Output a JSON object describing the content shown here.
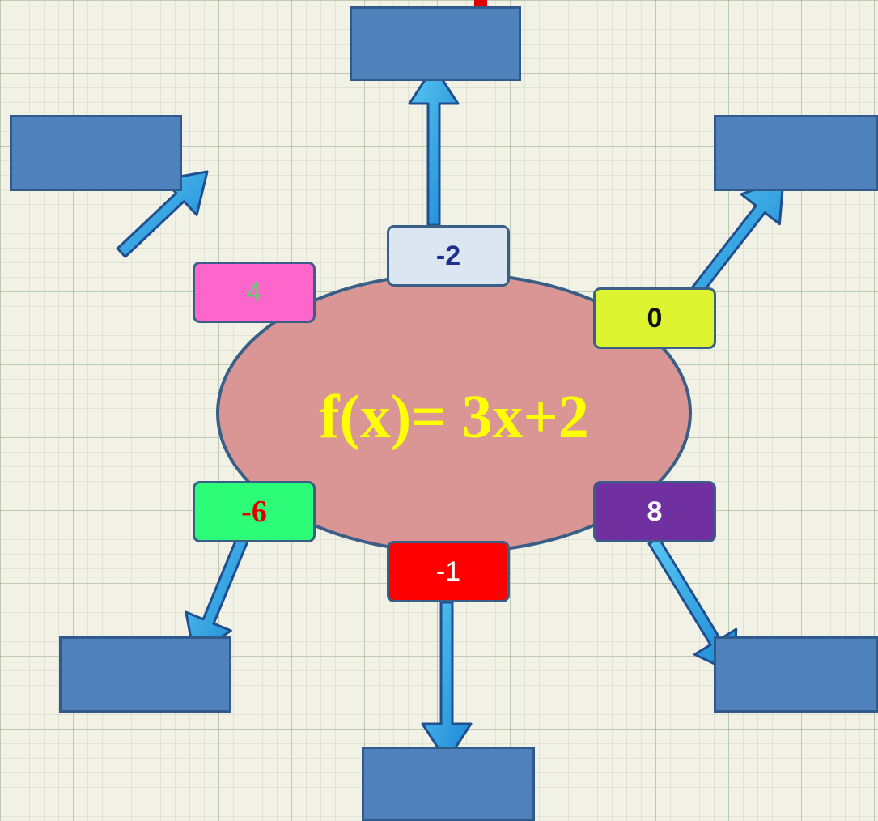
{
  "function_label": "f(x)= 3x+2",
  "inputs": [
    {
      "id": "top",
      "value": "-2",
      "fill": "#dce6f2",
      "text_color": "#1f2f8f"
    },
    {
      "id": "upper-left",
      "value": "4",
      "fill": "#ff66cc",
      "text_color": "#4cd964"
    },
    {
      "id": "upper-right",
      "value": "0",
      "fill": "#ddf531",
      "text_color": "#111111"
    },
    {
      "id": "lower-left",
      "value": "-6",
      "fill": "#2dfc78",
      "text_color": "#e00000"
    },
    {
      "id": "lower-right",
      "value": "8",
      "fill": "#7030a0",
      "text_color": "#ffffff"
    },
    {
      "id": "bottom",
      "value": "-1",
      "fill": "#ff0000",
      "text_color": "#ffffff"
    }
  ],
  "colors": {
    "oval_fill": "#d99694",
    "oval_stroke": "#3a5f86",
    "function_text": "#ffff00",
    "output_box": "#4f81bd",
    "arrow": "#1f9ee8",
    "arrow_outline": "#1f4f8f"
  }
}
